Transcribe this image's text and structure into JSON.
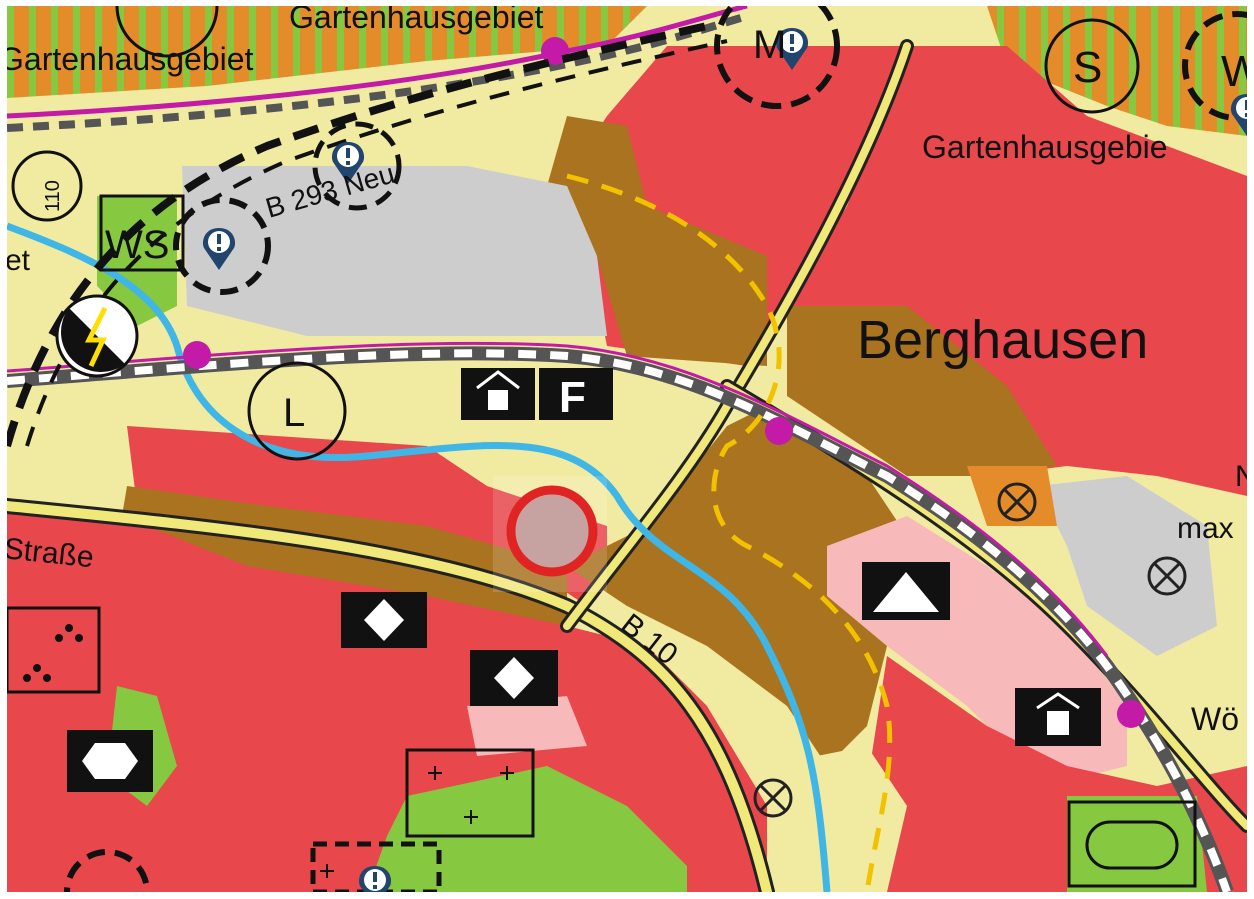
{
  "map": {
    "labels": {
      "gartenhaus_top": "Gartenhausgebiet",
      "gartenhaus_left": "Gartenhausgebiet",
      "gartenhaus_right": "Gartenhausgebie",
      "b293": "B 293 Neu",
      "berghausen": "Berghausen",
      "strasse": "Straße",
      "b10": "B 10",
      "wo": "Wö",
      "max": "max",
      "n": "N",
      "num110": "110",
      "ws": "WS",
      "et": "et",
      "sym_s": "S",
      "sym_m": "M",
      "sym_l": "L",
      "sym_f": "F",
      "sym_w": "W"
    },
    "colors": {
      "settlement": "#e8474c",
      "mixed": "#a9731f",
      "open_land": "#f1eba2",
      "commercial": "#cdcdcd",
      "special": "#f7b9b9",
      "green": "#86c83f",
      "garden": "#e58c2a",
      "water": "#3fb6e6",
      "rail_magenta": "#c31aa8",
      "marker": "#21456d",
      "selection": "#e02424"
    },
    "icons": [
      "warning-marker-icon",
      "selection-marker-icon",
      "power-icon",
      "crossed-circle-icon"
    ]
  }
}
